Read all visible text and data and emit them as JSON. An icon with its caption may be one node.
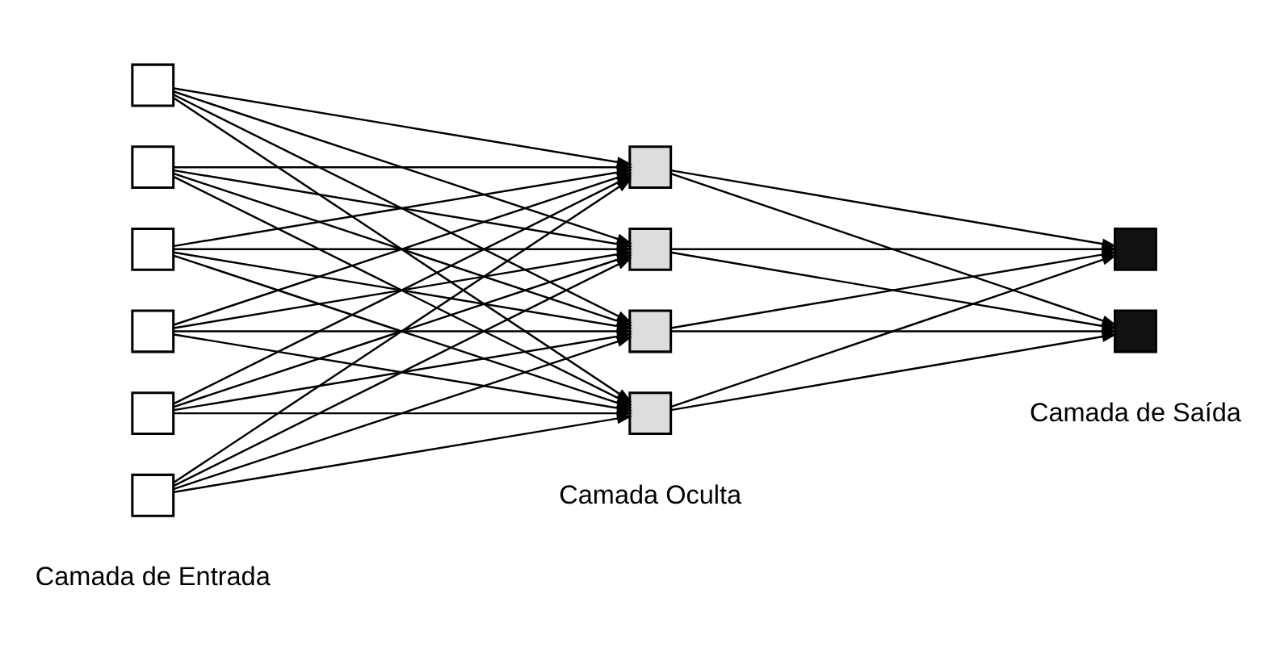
{
  "diagram": {
    "nodes": [
      {
        "text": [],
        "shape": "box"
      },
      {
        "text": [],
        "shape": "box"
      },
      {
        "text": [],
        "shape": "box"
      },
      {
        "text": [],
        "shape": "box"
      },
      {
        "text": [],
        "shape": "box"
      },
      {
        "text": [],
        "shape": "box"
      },
      {
        "text": [],
        "shape": "box"
      },
      {
        "text": [],
        "shape": "box"
      },
      {
        "text": [],
        "shape": "box"
      },
      {
        "text": [],
        "shape": "box"
      },
      {
        "text": [],
        "shape": "box"
      },
      {
        "text": [],
        "shape": "box"
      }
    ],
    "edges": [
      {
        "from": 0,
        "to": 6,
        "arrow": "to"
      },
      {
        "from": 0,
        "to": 7,
        "arrow": "to"
      },
      {
        "from": 0,
        "to": 8,
        "arrow": "to"
      },
      {
        "from": 0,
        "to": 9,
        "arrow": "to"
      },
      {
        "from": 1,
        "to": 6,
        "arrow": "to"
      },
      {
        "from": 1,
        "to": 7,
        "arrow": "to"
      },
      {
        "from": 1,
        "to": 8,
        "arrow": "to"
      },
      {
        "from": 1,
        "to": 9,
        "arrow": "to"
      },
      {
        "from": 2,
        "to": 6,
        "arrow": "to"
      },
      {
        "from": 2,
        "to": 7,
        "arrow": "to"
      },
      {
        "from": 2,
        "to": 8,
        "arrow": "to"
      },
      {
        "from": 2,
        "to": 9,
        "arrow": "to"
      },
      {
        "from": 3,
        "to": 6,
        "arrow": "to"
      },
      {
        "from": 3,
        "to": 7,
        "arrow": "to"
      },
      {
        "from": 3,
        "to": 8,
        "arrow": "to"
      },
      {
        "from": 3,
        "to": 9,
        "arrow": "to"
      },
      {
        "from": 4,
        "to": 6,
        "arrow": "to"
      },
      {
        "from": 4,
        "to": 7,
        "arrow": "to"
      },
      {
        "from": 4,
        "to": 8,
        "arrow": "to"
      },
      {
        "from": 4,
        "to": 9,
        "arrow": "to"
      },
      {
        "from": 5,
        "to": 6,
        "arrow": "to"
      },
      {
        "from": 5,
        "to": 7,
        "arrow": "to"
      },
      {
        "from": 5,
        "to": 8,
        "arrow": "to"
      },
      {
        "from": 5,
        "to": 9,
        "arrow": "to"
      },
      {
        "from": 6,
        "to": 10,
        "arrow": "to"
      },
      {
        "from": 6,
        "to": 11,
        "arrow": "to"
      },
      {
        "from": 7,
        "to": 10,
        "arrow": "to"
      },
      {
        "from": 7,
        "to": 11,
        "arrow": "to"
      },
      {
        "from": 8,
        "to": 10,
        "arrow": "to"
      },
      {
        "from": 8,
        "to": 11,
        "arrow": "to"
      },
      {
        "from": 9,
        "to": 10,
        "arrow": "to"
      },
      {
        "from": 9,
        "to": 11,
        "arrow": "to"
      }
    ],
    "labels": [
      "Camada de Entrada",
      "Camada Oculta",
      "Camada de Saída"
    ]
  }
}
